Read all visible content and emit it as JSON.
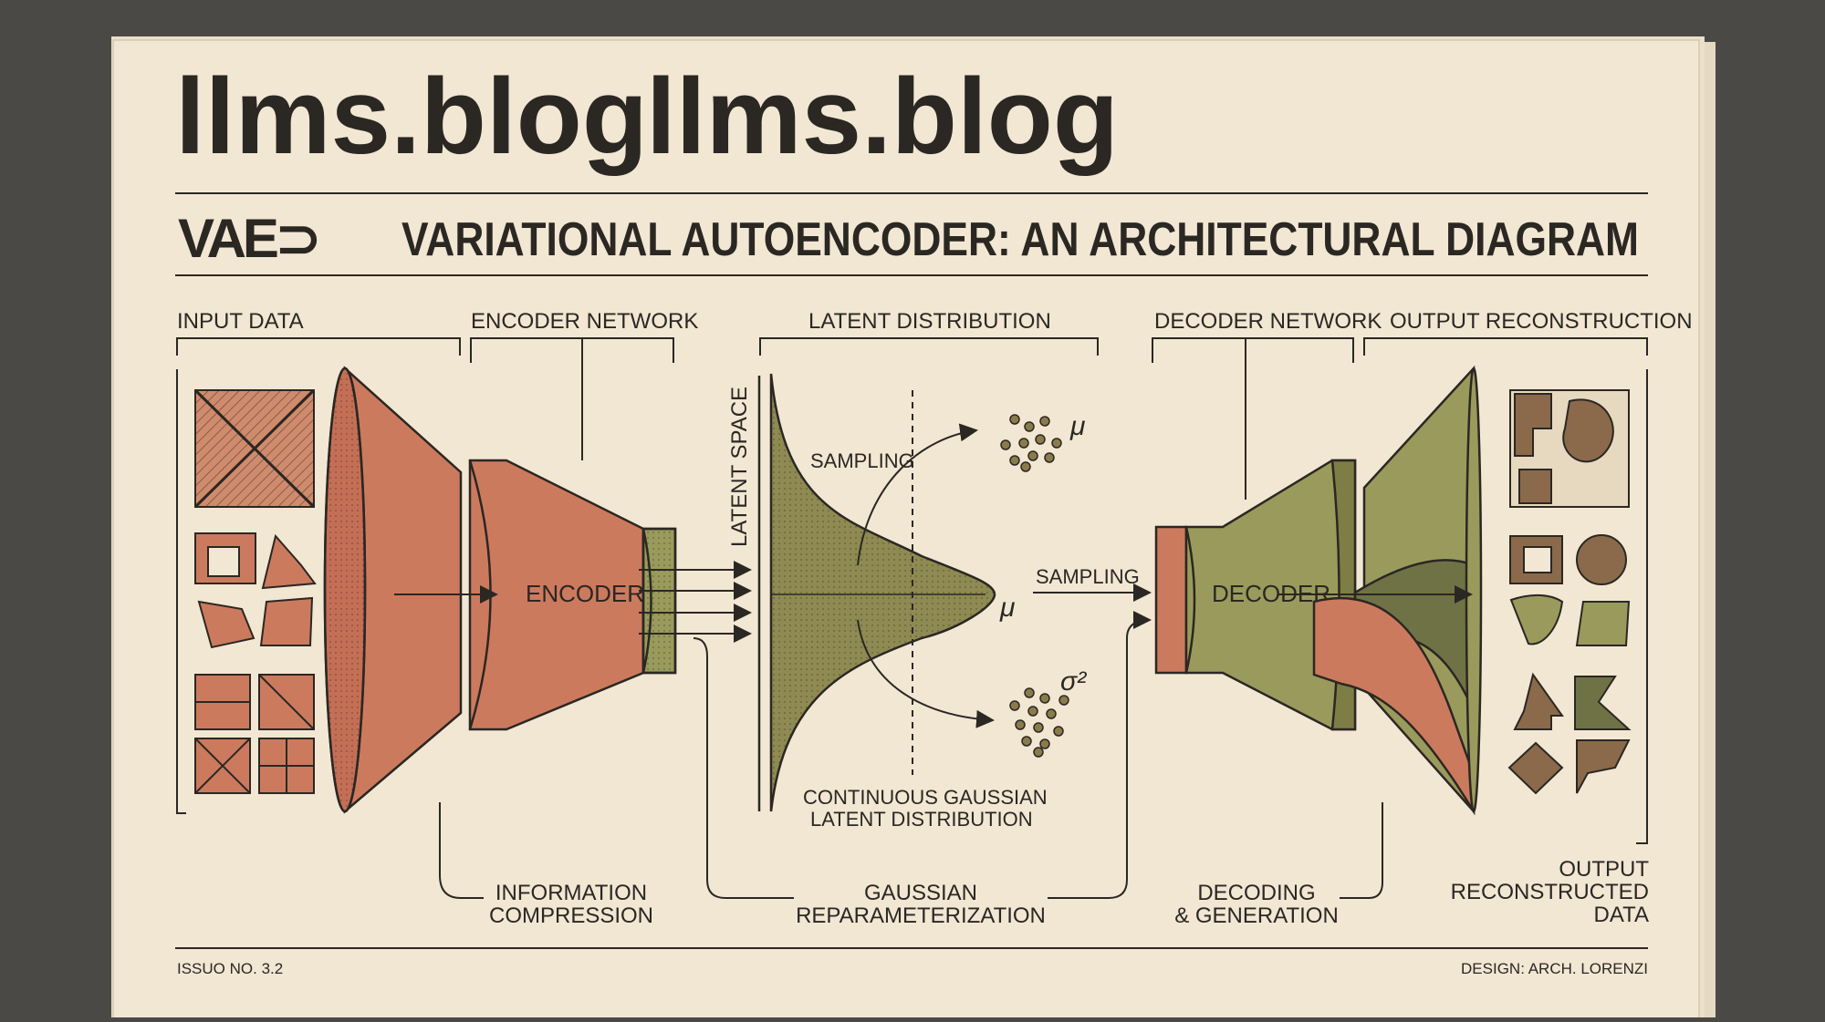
{
  "masthead": {
    "site_light": "llms.blog",
    "site_bold": "llms.blog",
    "logo": "VAE⊃",
    "title": "VARIATIONAL AUTOENCODER: AN ARCHITECTURAL DIAGRAM"
  },
  "sections": {
    "input": "INPUT DATA",
    "encoder_net": "ENCODER NETWORK",
    "latent_dist": "LATENT DISTRIBUTION",
    "decoder_net": "DECODER NETWORK",
    "output_recon": "OUTPUT RECONSTRUCTION"
  },
  "labels": {
    "encoder": "ENCODER",
    "decoder": "DECODER",
    "latent_space": "LATENT SPACE",
    "sampling_top": "SAMPLING",
    "sampling_mid": "SAMPLING",
    "mu_top": "μ",
    "mu_mid": "μ",
    "sigma": "σ²",
    "gauss_line1": "CONTINUOUS GAUSSIAN",
    "gauss_line2": "LATENT DISTRIBUTION"
  },
  "captions": {
    "info1": "INFORMATION",
    "info2": "COMPRESSION",
    "gauss1": "GAUSSIAN",
    "gauss2": "REPARAMETERIZATION",
    "dec1": "DECODING",
    "dec2": "& GENERATION",
    "out1": "OUTPUT",
    "out2": "RECONSTRUCTED",
    "out3": "DATA"
  },
  "footer": {
    "issue": "ISSUO NO. 3.2",
    "design": "DESIGN: ARCH. LORENZI"
  },
  "colors": {
    "paper": "#f1e6d2",
    "ink": "#2b2723",
    "terracotta": "#cc7a5e",
    "olive": "#9a9a5c",
    "dark_olive": "#6f7244",
    "brown": "#8a6a4a"
  }
}
